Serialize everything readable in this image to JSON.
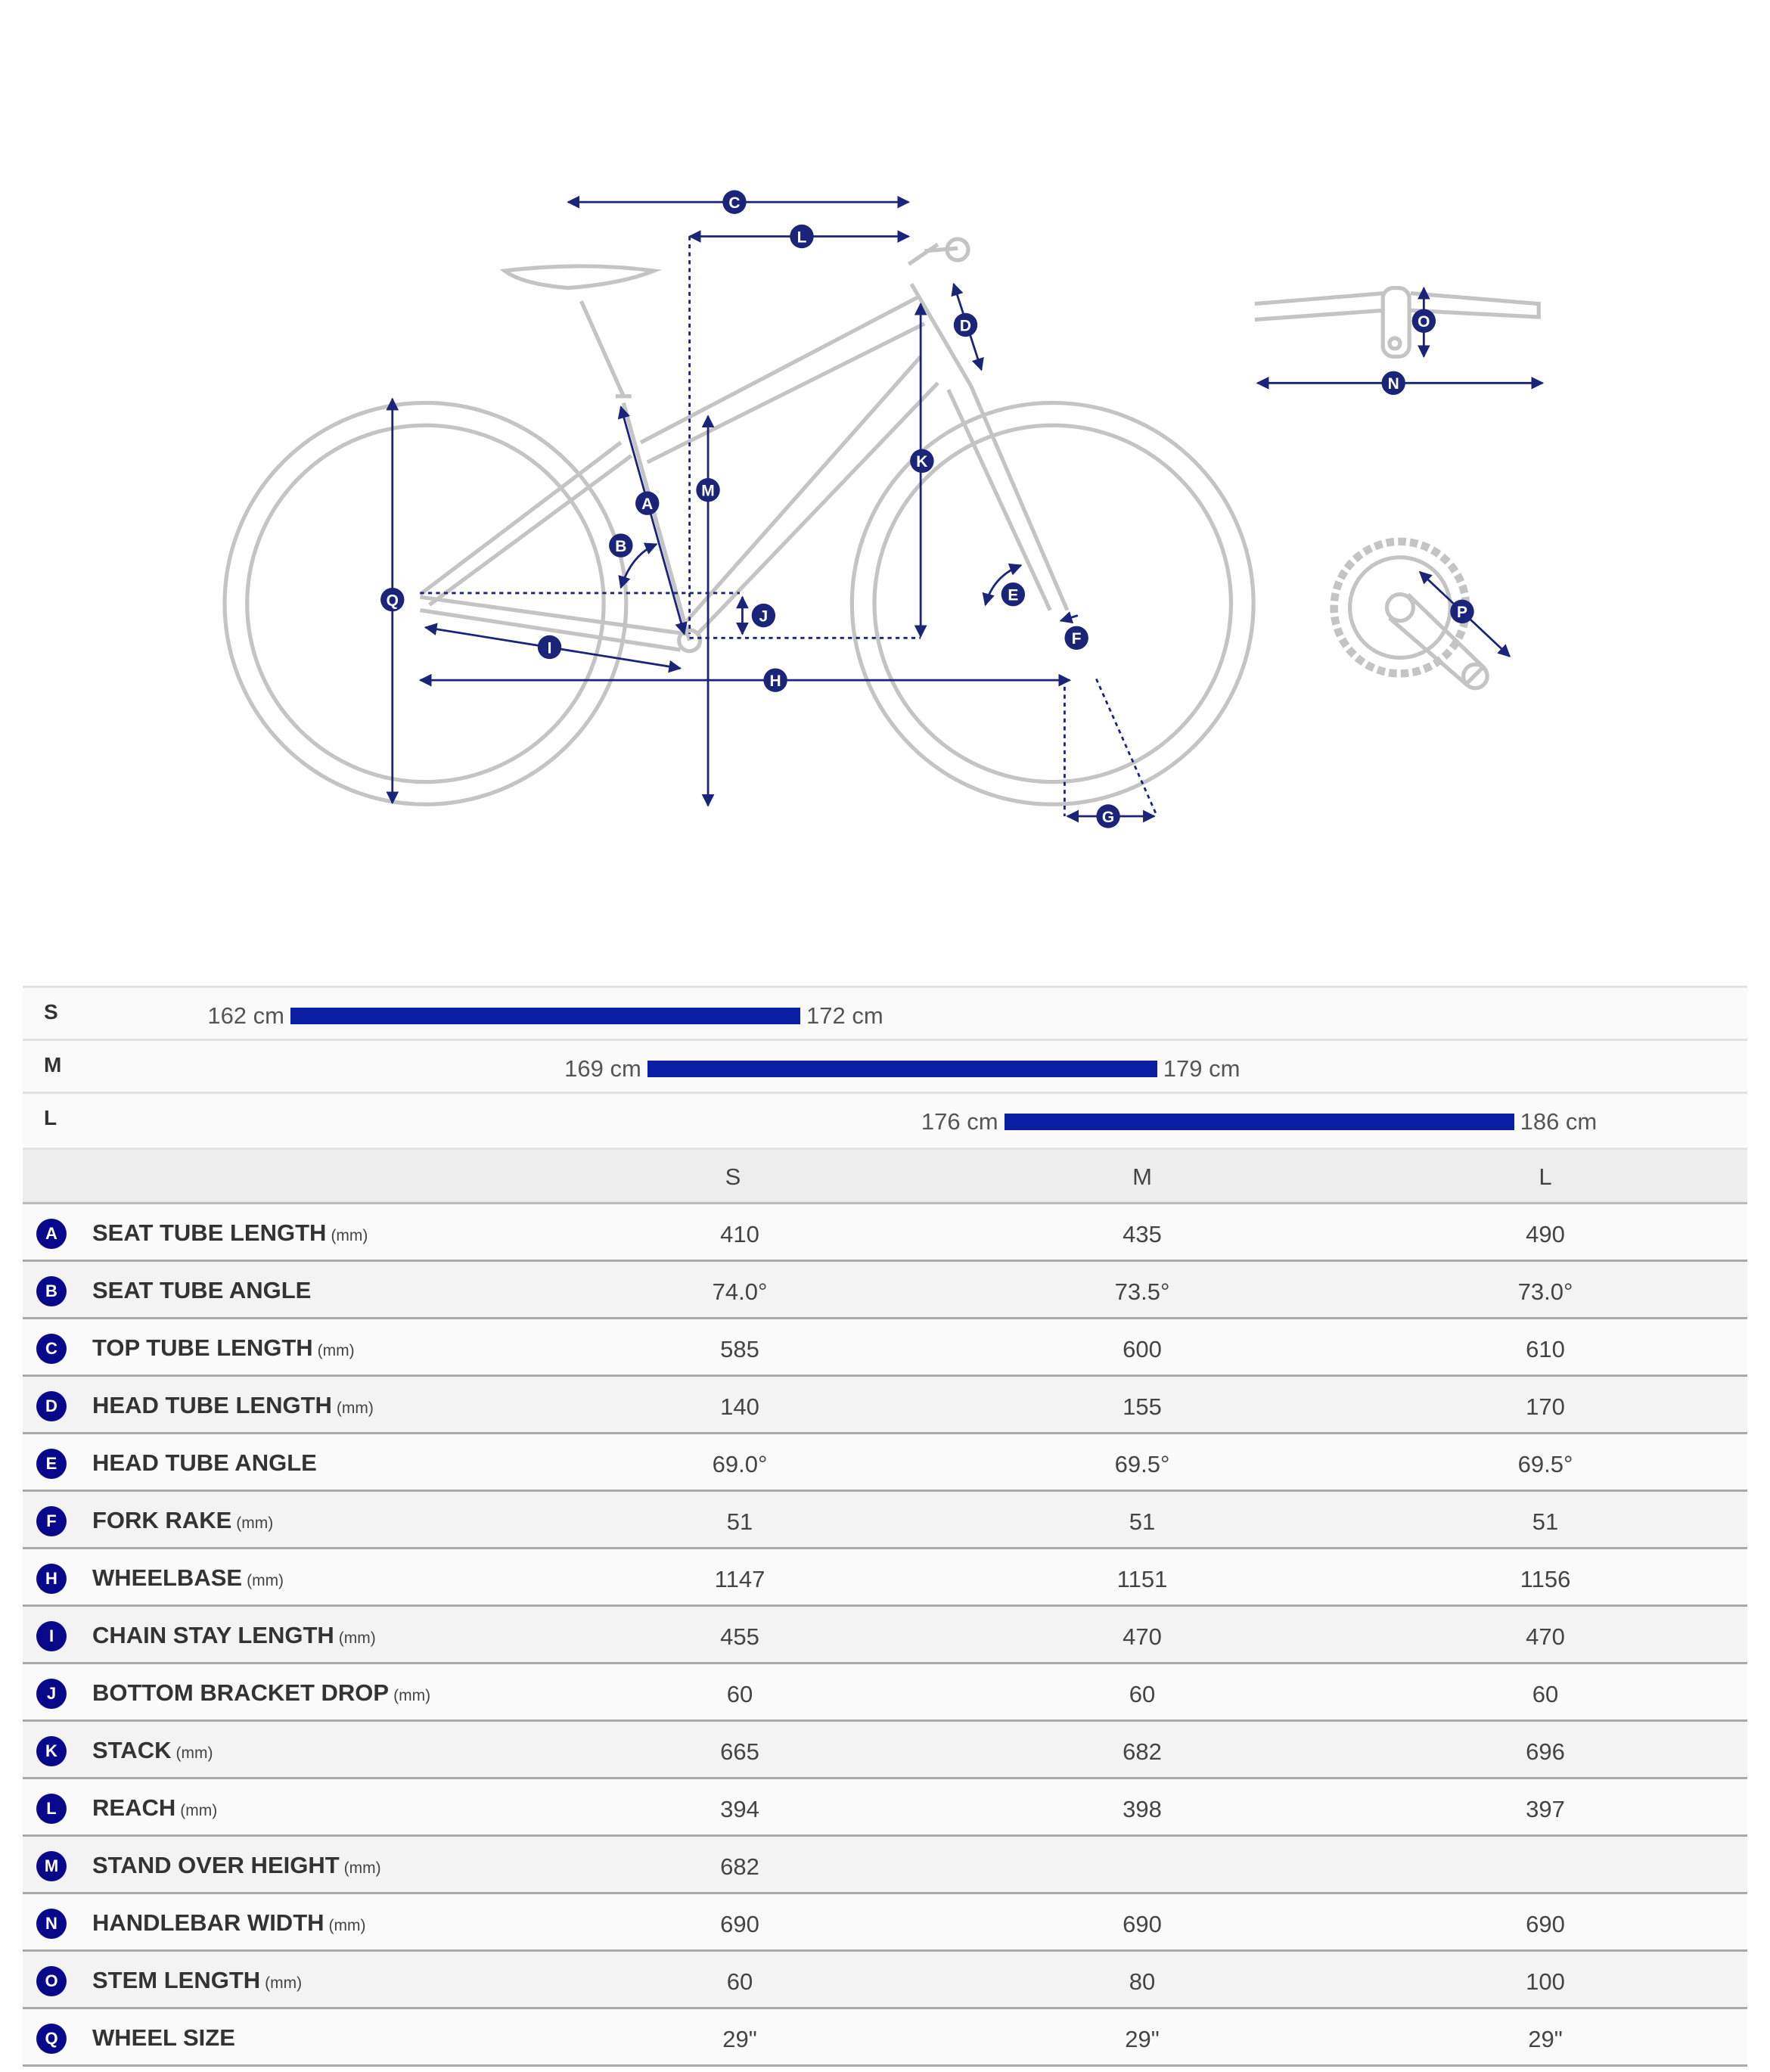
{
  "diagram": {
    "labels": [
      "A",
      "B",
      "C",
      "D",
      "E",
      "F",
      "G",
      "H",
      "I",
      "J",
      "K",
      "L",
      "M",
      "N",
      "O",
      "P",
      "Q"
    ]
  },
  "sizes": [
    {
      "size": "S",
      "min": 162,
      "max": 172,
      "min_label": "162 cm",
      "max_label": "172 cm"
    },
    {
      "size": "M",
      "min": 169,
      "max": 179,
      "min_label": "169 cm",
      "max_label": "179 cm"
    },
    {
      "size": "L",
      "min": 176,
      "max": 186,
      "min_label": "176 cm",
      "max_label": "186 cm"
    }
  ],
  "table": {
    "columns": [
      "S",
      "M",
      "L"
    ],
    "rows": [
      {
        "letter": "A",
        "label": "SEAT TUBE LENGTH",
        "unit": "(mm)",
        "values": [
          "410",
          "435",
          "490"
        ]
      },
      {
        "letter": "B",
        "label": "SEAT TUBE ANGLE",
        "unit": "",
        "values": [
          "74.0°",
          "73.5°",
          "73.0°"
        ]
      },
      {
        "letter": "C",
        "label": "TOP TUBE LENGTH",
        "unit": "(mm)",
        "values": [
          "585",
          "600",
          "610"
        ]
      },
      {
        "letter": "D",
        "label": "HEAD TUBE LENGTH",
        "unit": "(mm)",
        "values": [
          "140",
          "155",
          "170"
        ]
      },
      {
        "letter": "E",
        "label": "HEAD TUBE ANGLE",
        "unit": "",
        "values": [
          "69.0°",
          "69.5°",
          "69.5°"
        ]
      },
      {
        "letter": "F",
        "label": "FORK RAKE",
        "unit": "(mm)",
        "values": [
          "51",
          "51",
          "51"
        ]
      },
      {
        "letter": "H",
        "label": "WHEELBASE",
        "unit": "(mm)",
        "values": [
          "1147",
          "1151",
          "1156"
        ]
      },
      {
        "letter": "I",
        "label": "CHAIN STAY LENGTH",
        "unit": "(mm)",
        "values": [
          "455",
          "470",
          "470"
        ]
      },
      {
        "letter": "J",
        "label": "BOTTOM BRACKET DROP",
        "unit": "(mm)",
        "values": [
          "60",
          "60",
          "60"
        ]
      },
      {
        "letter": "K",
        "label": "STACK",
        "unit": "(mm)",
        "values": [
          "665",
          "682",
          "696"
        ]
      },
      {
        "letter": "L",
        "label": "REACH",
        "unit": "(mm)",
        "values": [
          "394",
          "398",
          "397"
        ]
      },
      {
        "letter": "M",
        "label": "STAND OVER HEIGHT",
        "unit": "(mm)",
        "values": [
          "682",
          "",
          ""
        ]
      },
      {
        "letter": "N",
        "label": "HANDLEBAR WIDTH",
        "unit": "(mm)",
        "values": [
          "690",
          "690",
          "690"
        ]
      },
      {
        "letter": "O",
        "label": "STEM LENGTH",
        "unit": "(mm)",
        "values": [
          "60",
          "80",
          "100"
        ]
      },
      {
        "letter": "Q",
        "label": "WHEEL SIZE",
        "unit": "",
        "values": [
          "29\"",
          "29\"",
          "29\""
        ]
      }
    ]
  },
  "colors": {
    "accent": "#0a1fa3",
    "badge": "#08088a",
    "line": "#1a2478",
    "frame": "#c4c4c4"
  }
}
